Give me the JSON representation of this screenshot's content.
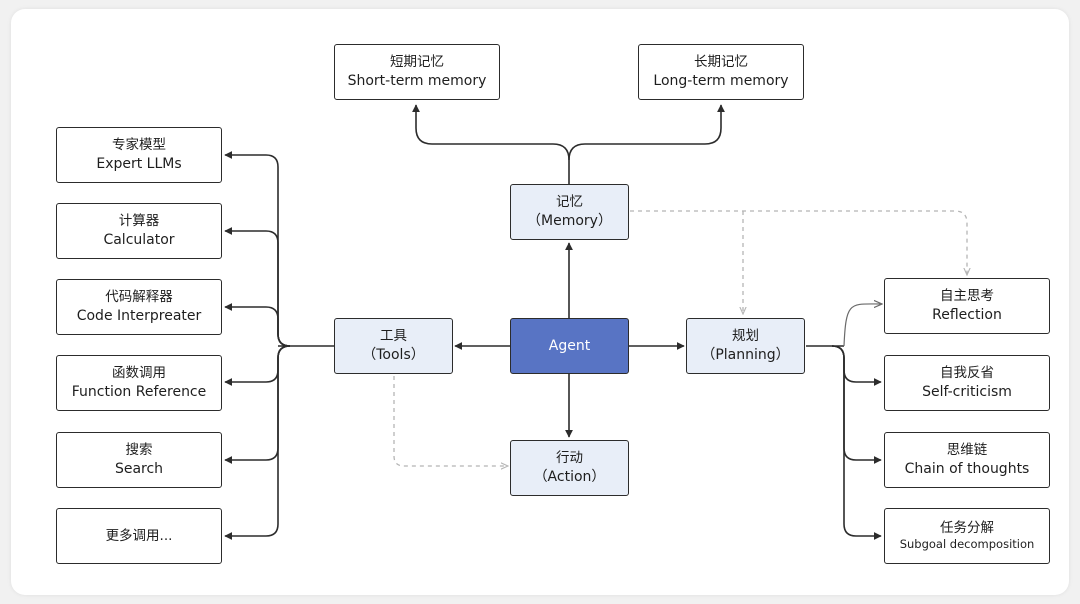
{
  "colors": {
    "background": "#f1f1f1",
    "card": "#ffffff",
    "border": "#2c2c2c",
    "agent_fill": "#5874c4",
    "core_fill": "#e8eef8",
    "dashed_line": "#b5b5b5"
  },
  "center": {
    "agent": "Agent"
  },
  "memory": {
    "zh": "记忆",
    "en": "（Memory）",
    "short_term": {
      "zh": "短期记忆",
      "en": "Short-term memory"
    },
    "long_term": {
      "zh": "长期记忆",
      "en": "Long-term memory"
    }
  },
  "tools": {
    "zh": "工具",
    "en": "（Tools）",
    "items": [
      {
        "zh": "专家模型",
        "en": "Expert LLMs"
      },
      {
        "zh": "计算器",
        "en": "Calculator"
      },
      {
        "zh": "代码解释器",
        "en": "Code Interpreater"
      },
      {
        "zh": "函数调用",
        "en": "Function Reference"
      },
      {
        "zh": "搜索",
        "en": "Search"
      },
      {
        "zh": "更多调用...",
        "en": ""
      }
    ]
  },
  "planning": {
    "zh": "规划",
    "en": "（Planning）",
    "items": [
      {
        "zh": "自主思考",
        "en": "Reflection"
      },
      {
        "zh": "自我反省",
        "en": "Self-criticism"
      },
      {
        "zh": "思维链",
        "en": "Chain of thoughts"
      },
      {
        "zh": "任务分解",
        "en": "Subgoal decomposition"
      }
    ]
  },
  "action": {
    "zh": "行动",
    "en": "（Action）"
  }
}
